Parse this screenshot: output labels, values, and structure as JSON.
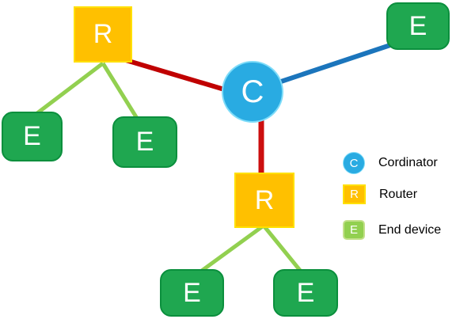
{
  "diagram": {
    "title": "network-topology",
    "nodes": [
      {
        "id": "router-1",
        "label": "R",
        "type": "router"
      },
      {
        "id": "end-device-1",
        "label": "E",
        "type": "end_device"
      },
      {
        "id": "end-device-2",
        "label": "E",
        "type": "end_device"
      },
      {
        "id": "coordinator",
        "label": "C",
        "type": "coordinator"
      },
      {
        "id": "end-device-3",
        "label": "E",
        "type": "end_device"
      },
      {
        "id": "router-2",
        "label": "R",
        "type": "router"
      },
      {
        "id": "end-device-4",
        "label": "E",
        "type": "end_device"
      },
      {
        "id": "end-device-5",
        "label": "E",
        "type": "end_device"
      }
    ],
    "edges": [
      {
        "from": "router-1",
        "to": "end-device-1",
        "color": "#92D050"
      },
      {
        "from": "router-1",
        "to": "end-device-2",
        "color": "#92D050"
      },
      {
        "from": "router-1",
        "to": "coordinator",
        "color": "#C00000"
      },
      {
        "from": "coordinator",
        "to": "end-device-3",
        "color": "#1B75BC"
      },
      {
        "from": "coordinator",
        "to": "router-2",
        "color": "#CC0F0F"
      },
      {
        "from": "router-2",
        "to": "end-device-4",
        "color": "#92D050"
      },
      {
        "from": "router-2",
        "to": "end-device-5",
        "color": "#92D050"
      }
    ]
  },
  "legend": {
    "items": [
      {
        "symbol": "C",
        "label": "Cordinator"
      },
      {
        "symbol": "R",
        "label": "Router"
      },
      {
        "symbol": "E",
        "label": "End device"
      }
    ]
  },
  "colors": {
    "coordinator_fill": "#29ABE2",
    "router_fill": "#FFC000",
    "router_border": "#FFE000",
    "end_device_fill": "#1FA750",
    "end_device_border": "#0B8F3D",
    "legend_end_device_fill": "#92D050",
    "link_green": "#92D050",
    "link_dark_red": "#C00000",
    "link_bright_red": "#CC0F0F",
    "link_blue": "#1B75BC",
    "legend_text": "#000000",
    "background": "#FFFFFF"
  }
}
